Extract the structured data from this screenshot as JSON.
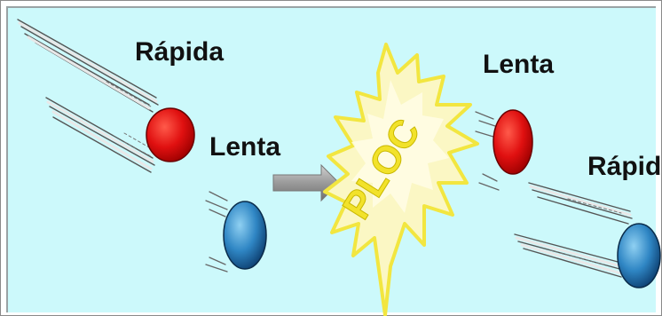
{
  "before": {
    "fast_label": "Rápida",
    "slow_label": "Lenta"
  },
  "impact_text": "PLOC",
  "after": {
    "slow_label": "Lenta",
    "fast_label": "Rápida"
  },
  "colors": {
    "background": "#ccf9fb",
    "red_ball": "#e01010",
    "blue_ball": "#2f86c4",
    "burst": "#fbf7c4",
    "burst_edge": "#f2e640",
    "arrow": "#a8a8a8"
  },
  "icons": [
    "red-ball-icon",
    "blue-ball-icon",
    "speed-lines-icon",
    "impact-burst-icon",
    "right-arrow-icon"
  ]
}
